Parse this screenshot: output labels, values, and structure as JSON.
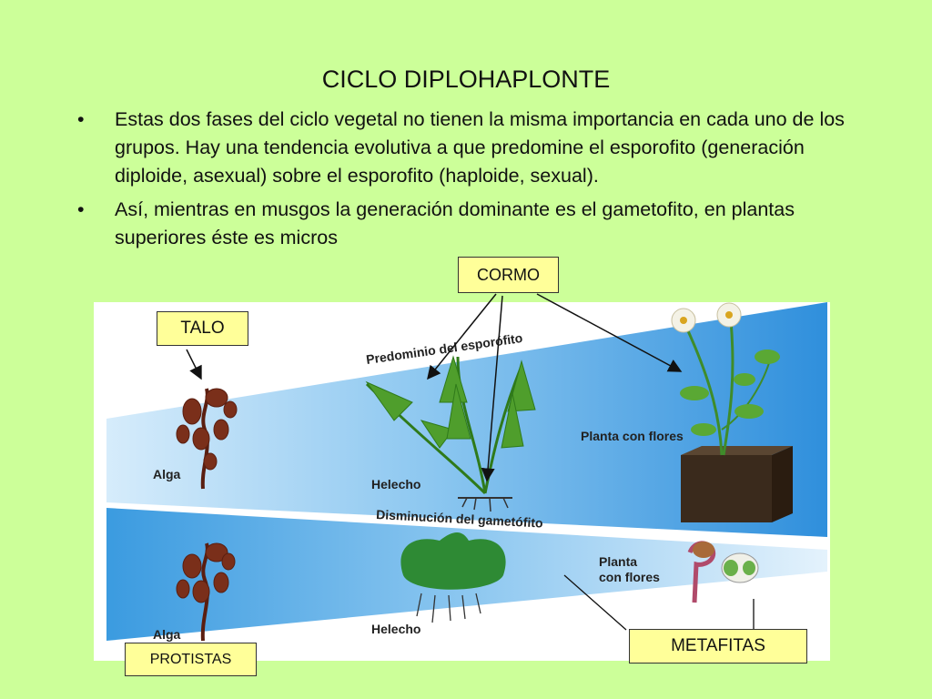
{
  "title": "CICLO DIPLOHAPLONTE",
  "bullets": [
    "Estas dos fases del ciclo vegetal no tienen la misma importancia en cada uno de los grupos. Hay una tendencia evolutiva a que predomine el esporofito (generación diploide, asexual) sobre el esporofito (haploide, sexual).",
    "Así, mientras en musgos la generación dominante es el gametofito, en plantas superiores éste es micros"
  ],
  "bullet_symbol": "•",
  "labels": {
    "cormo": "CORMO",
    "talo": "TALO",
    "protistas": "PROTISTAS",
    "metafitas": "METAFITAS"
  },
  "figure": {
    "band_top_title": "Predominio del esporófito",
    "band_bottom_title": "Disminución del gametófito",
    "top": {
      "alga": "Alga",
      "helecho": "Helecho",
      "planta": "Planta con flores"
    },
    "bottom": {
      "alga": "Alga",
      "helecho": "Helecho",
      "planta_line1": "Planta",
      "planta_line2": "con flores"
    }
  },
  "colors": {
    "background": "#ccff99",
    "label_fill": "#ffff99",
    "band_blue": "#3b9be0"
  }
}
